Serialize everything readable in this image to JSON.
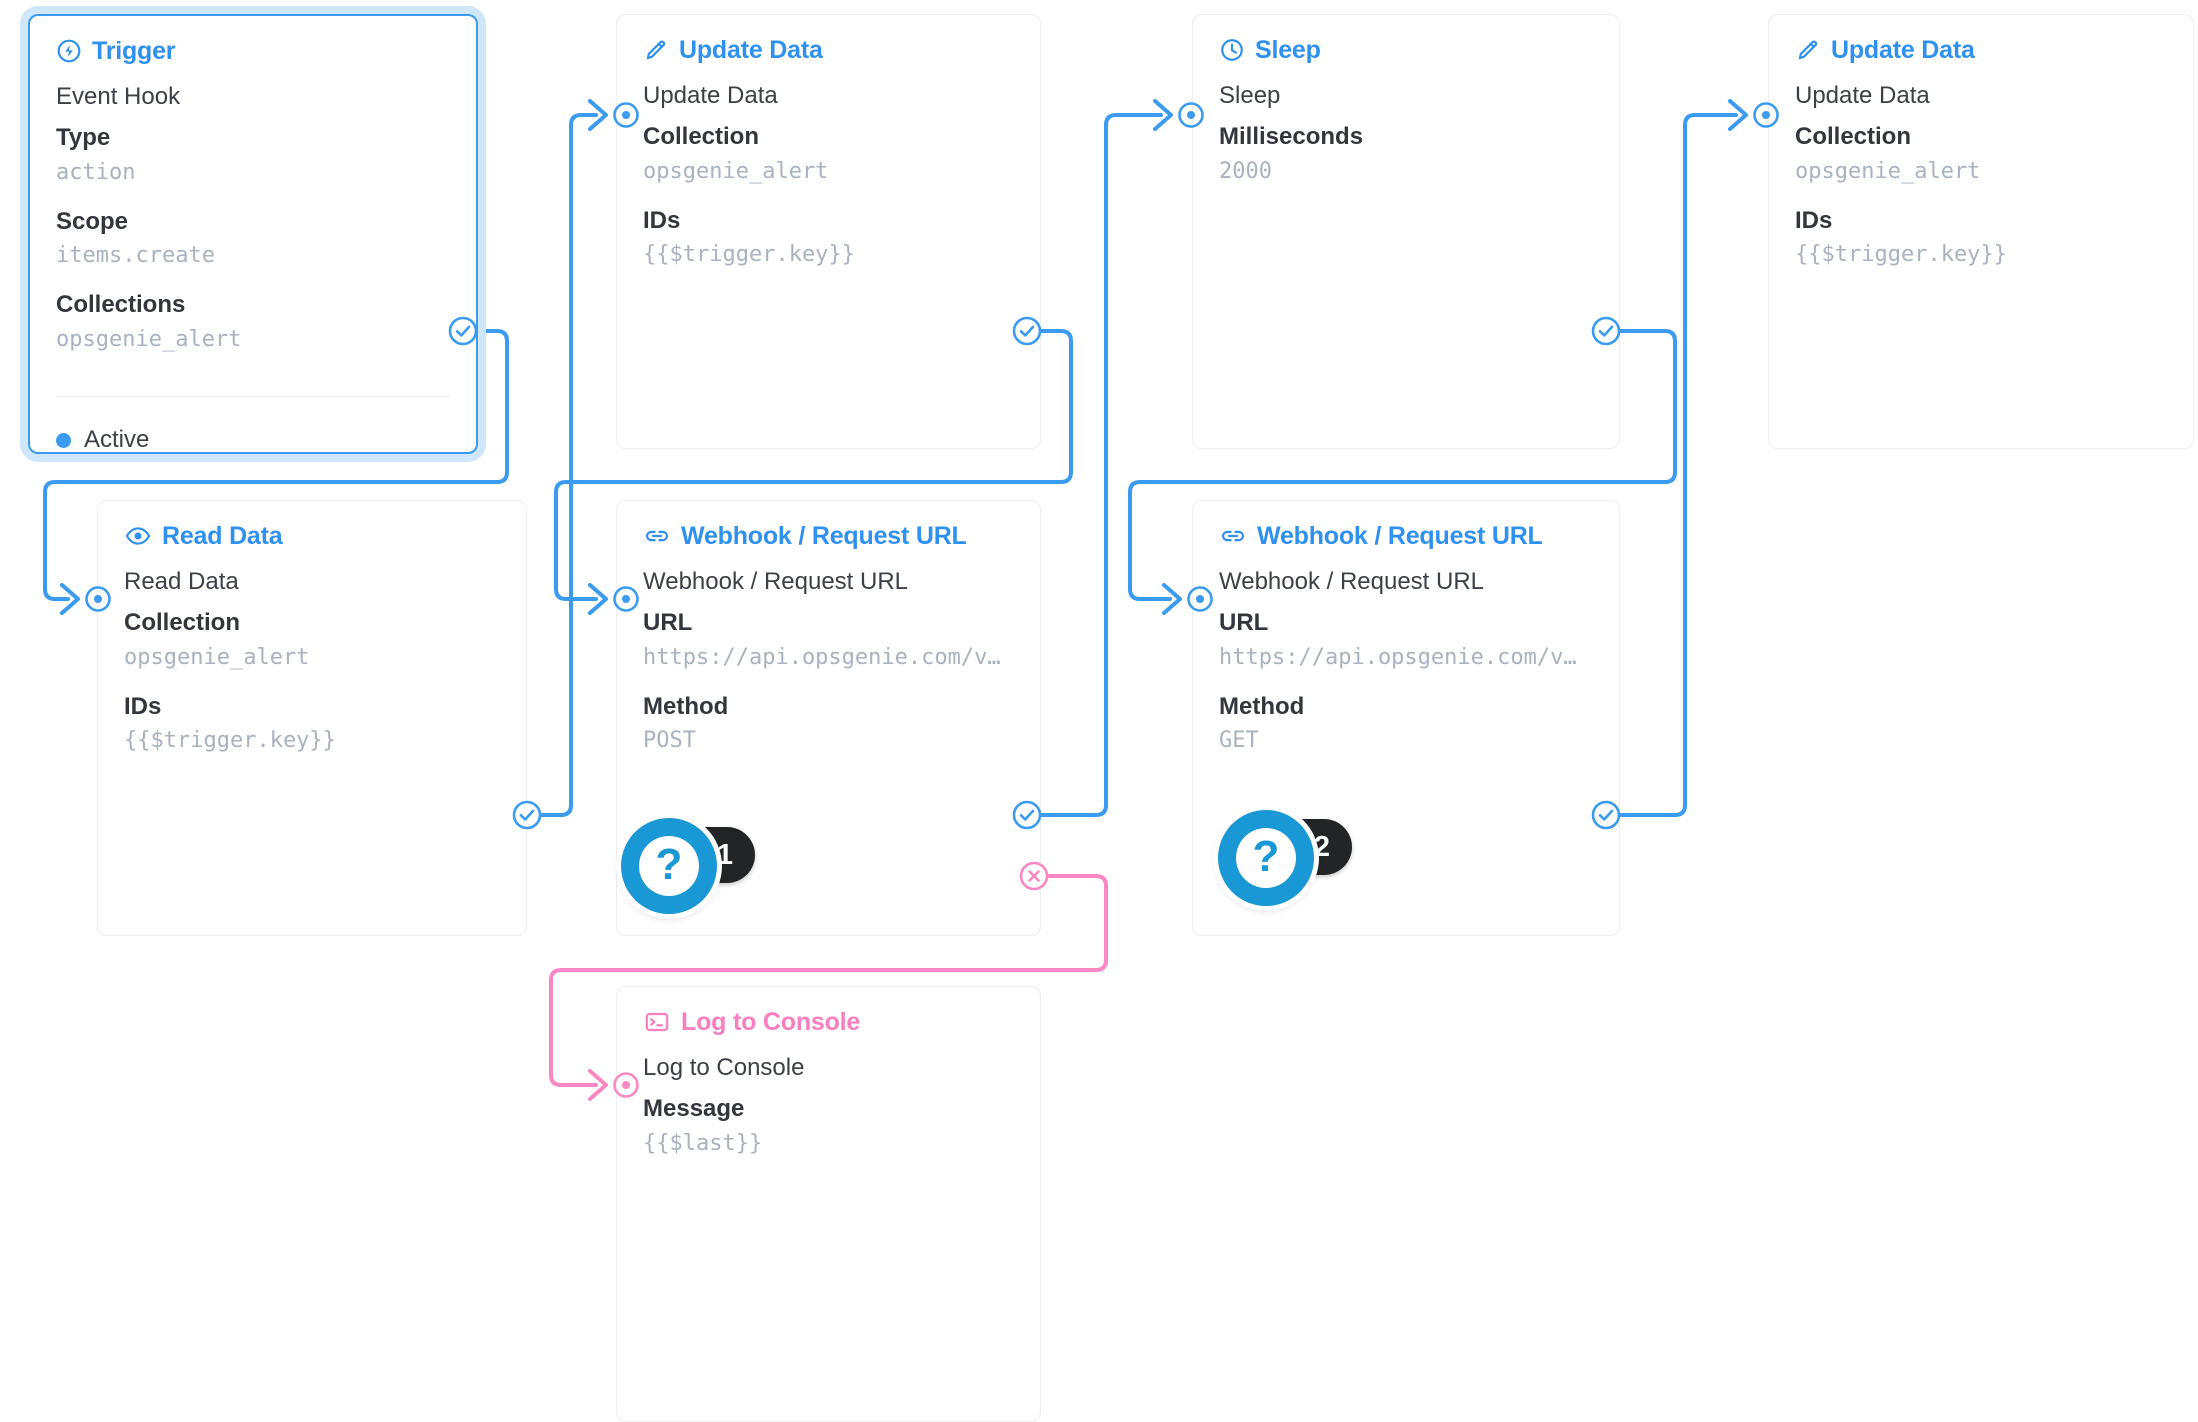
{
  "colors": {
    "accent": "#2f91ef",
    "wire": "#3a9bf0",
    "error": "#f887c4",
    "muted": "#a9b2c0",
    "text": "#3b4049",
    "badge_ring": "#1a97d5",
    "badge_pill": "#222426"
  },
  "nodes": [
    {
      "id": "trigger",
      "title": "Trigger",
      "icon": "bolt-circle-icon",
      "selected": true,
      "row_title": "Event Hook",
      "fields": [
        {
          "label": "Type",
          "value": "action"
        },
        {
          "label": "Scope",
          "value": "items.create"
        },
        {
          "label": "Collections",
          "value": "opsgenie_alert"
        }
      ],
      "status": "Active"
    },
    {
      "id": "update-data-1",
      "title": "Update Data",
      "icon": "pencil-icon",
      "row_title": "Update Data",
      "fields": [
        {
          "label": "Collection",
          "value": "opsgenie_alert"
        },
        {
          "label": "IDs",
          "value": "{{$trigger.key}}"
        }
      ]
    },
    {
      "id": "sleep",
      "title": "Sleep",
      "icon": "clock-icon",
      "row_title": "Sleep",
      "fields": [
        {
          "label": "Milliseconds",
          "value": "2000"
        }
      ]
    },
    {
      "id": "update-data-2",
      "title": "Update Data",
      "icon": "pencil-icon",
      "row_title": "Update Data",
      "fields": [
        {
          "label": "Collection",
          "value": "opsgenie_alert"
        },
        {
          "label": "IDs",
          "value": "{{$trigger.key}}"
        }
      ]
    },
    {
      "id": "read-data",
      "title": "Read Data",
      "icon": "eye-icon",
      "row_title": "Read Data",
      "fields": [
        {
          "label": "Collection",
          "value": "opsgenie_alert"
        },
        {
          "label": "IDs",
          "value": "{{$trigger.key}}"
        }
      ]
    },
    {
      "id": "webhook-post",
      "title": "Webhook / Request URL",
      "icon": "link-icon",
      "row_title": "Webhook / Request URL",
      "fields": [
        {
          "label": "URL",
          "value": "https://api.opsgenie.com/v…"
        },
        {
          "label": "Method",
          "value": "POST"
        }
      ]
    },
    {
      "id": "webhook-get",
      "title": "Webhook / Request URL",
      "icon": "link-icon",
      "row_title": "Webhook / Request URL",
      "fields": [
        {
          "label": "URL",
          "value": "https://api.opsgenie.com/v…"
        },
        {
          "label": "Method",
          "value": "GET"
        }
      ]
    },
    {
      "id": "log-to-console",
      "title": "Log to Console",
      "icon": "console-icon",
      "accent": "pink",
      "row_title": "Log to Console",
      "fields": [
        {
          "label": "Message",
          "value": "{{$last}}"
        }
      ]
    }
  ],
  "help_badges": [
    {
      "id": "help-1",
      "glyph": "?",
      "number": "1"
    },
    {
      "id": "help-2",
      "glyph": "?",
      "number": "2"
    }
  ]
}
